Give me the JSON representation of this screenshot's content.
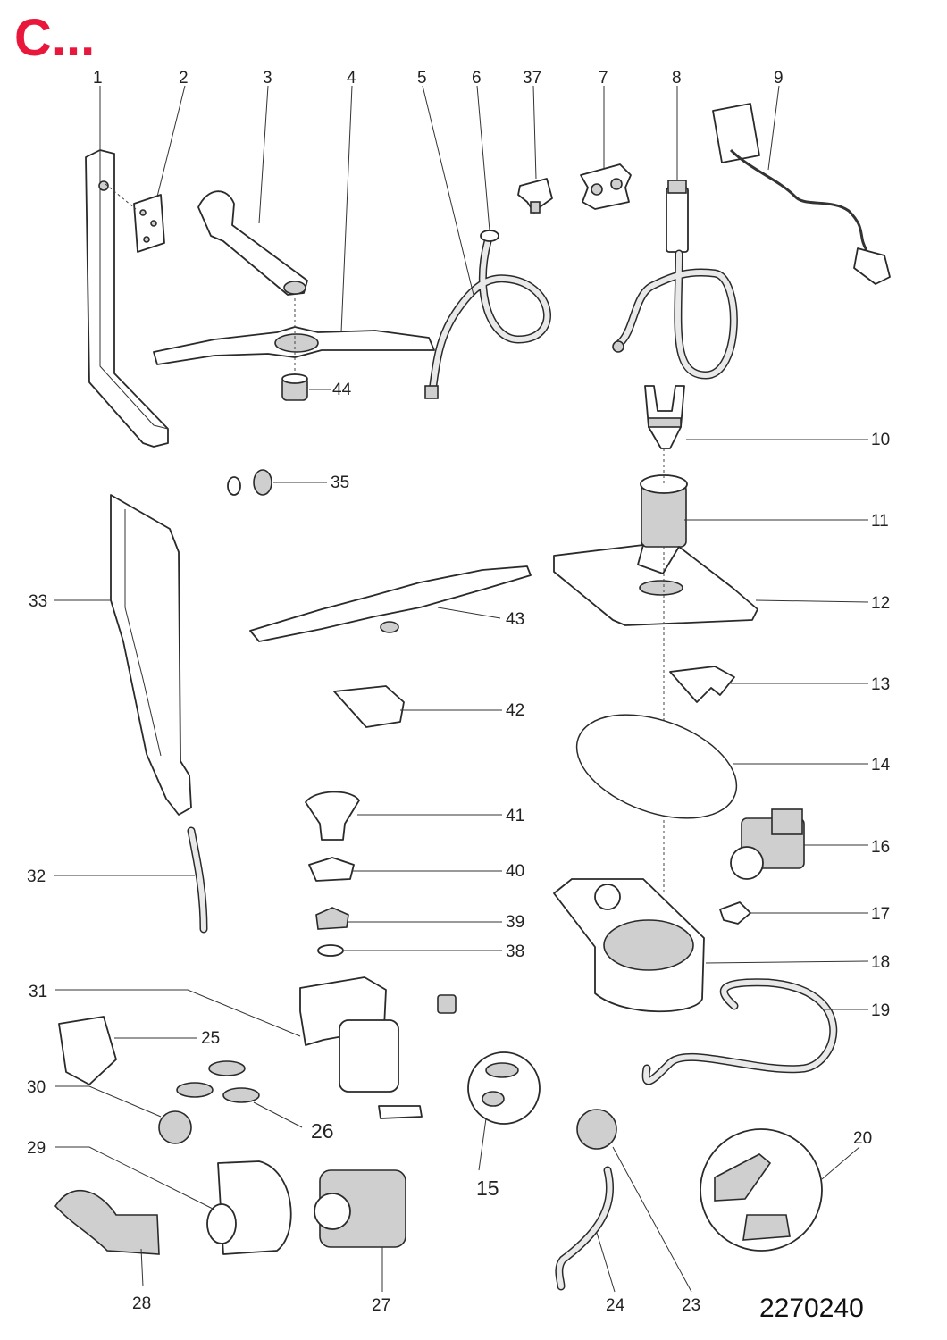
{
  "header": {
    "title": "C...",
    "color": "#e8173b"
  },
  "drawing_number": "2270240",
  "callouts": {
    "p1": "1",
    "p2": "2",
    "p3": "3",
    "p4": "4",
    "p5": "5",
    "p6": "6",
    "p37": "37",
    "p7": "7",
    "p8": "8",
    "p9": "9",
    "p10": "10",
    "p11": "11",
    "p12": "12",
    "p13": "13",
    "p14": "14",
    "p16": "16",
    "p17": "17",
    "p18": "18",
    "p19": "19",
    "p20": "20",
    "p44": "44",
    "p35": "35",
    "p33": "33",
    "p43": "43",
    "p42": "42",
    "p32": "32",
    "p41": "41",
    "p40": "40",
    "p39": "39",
    "p38": "38",
    "p31": "31",
    "p25": "25",
    "p30": "30",
    "p26": "26",
    "p15": "15",
    "p29": "29",
    "p28": "28",
    "p27": "27",
    "p24": "24",
    "p23": "23"
  }
}
